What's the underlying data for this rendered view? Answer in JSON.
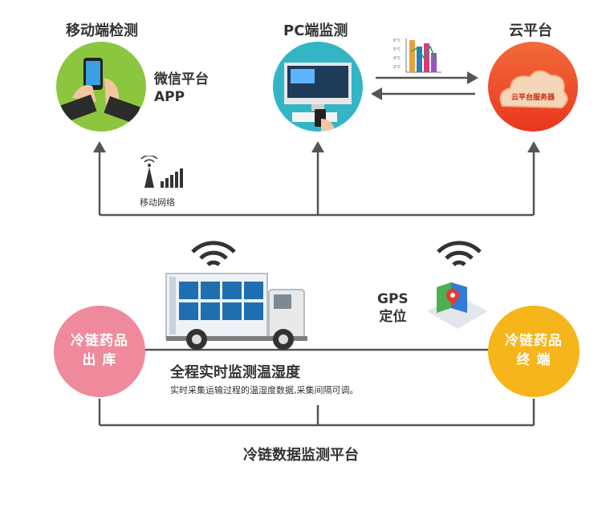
{
  "top_nodes": {
    "mobile": {
      "title": "移动端检测",
      "app_line1": "微信平台",
      "app_line2": "APP"
    },
    "pc": {
      "title": "PC端监测"
    },
    "cloud": {
      "title": "云平台",
      "server_label": "云平台服务器"
    }
  },
  "network_label": "移动网络",
  "mini_chart": {
    "ticks": [
      "6°C",
      "5°C",
      "4°C",
      "2°C"
    ]
  },
  "bottom_nodes": {
    "origin": {
      "line1": "冷链药品",
      "line2": "出 库"
    },
    "terminal": {
      "line1": "冷链药品",
      "line2": "终 端"
    }
  },
  "gps": {
    "line1": "GPS",
    "line2": "定位"
  },
  "monitor": {
    "title": "全程实时监测温湿度",
    "desc": "实时采集运输过程的温湿度数据,采集间隔可调。"
  },
  "platform_label": "冷链数据监测平台",
  "colors": {
    "line": "#555555",
    "green": "#8cc63f",
    "teal": "#33b5c6",
    "red": "#ee4b2b",
    "pink": "#ef8a9c",
    "yellow": "#f6b51a",
    "truck_box": "#1f6fb0"
  }
}
